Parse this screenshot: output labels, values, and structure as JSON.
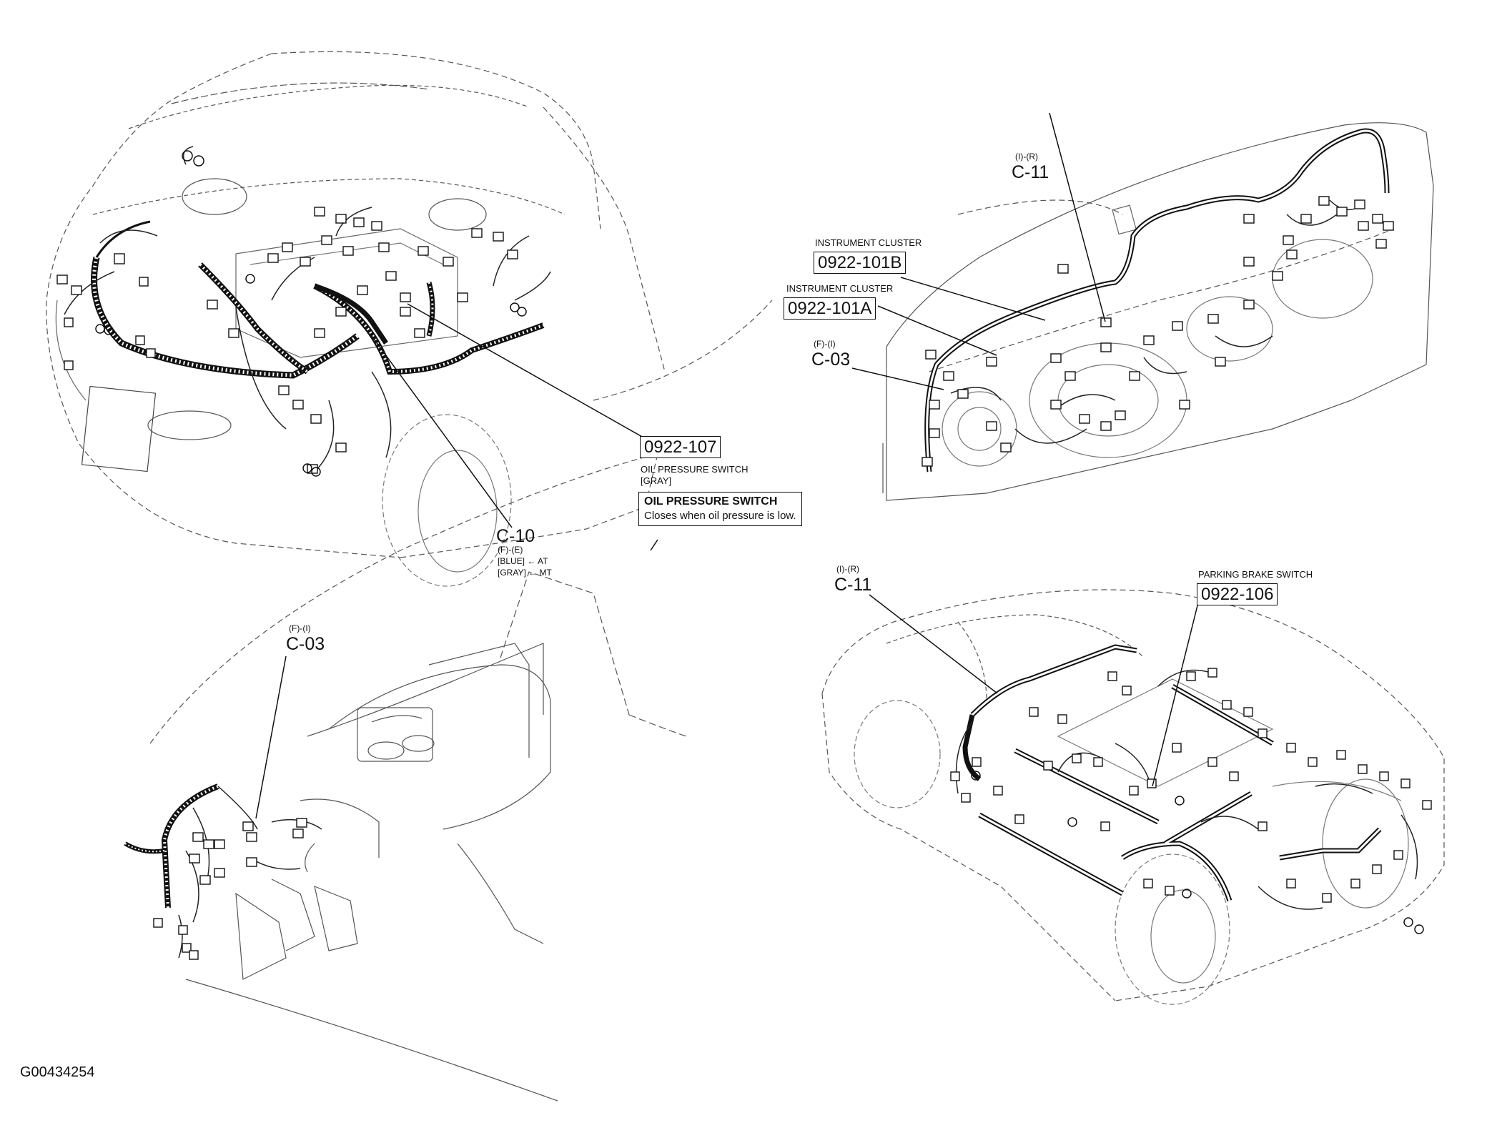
{
  "figure_id": "G00434254",
  "engine_view": {
    "c10": {
      "code": "C-10",
      "pos": "(F)-(E)",
      "line1": "[BLUE] ← AT",
      "line2": "[GRAY] ← MT"
    },
    "oil_switch": {
      "part": "0922-107",
      "caption1": "OIL PRESSURE SWITCH",
      "caption2": "[GRAY]",
      "note_title": "OIL PRESSURE SWITCH",
      "note_text": "Closes when oil pressure is low."
    }
  },
  "dash_view": {
    "c11": {
      "code": "C-11",
      "pos": "(I)-(R)"
    },
    "cluster_b": {
      "caption": "INSTRUMENT CLUSTER",
      "part": "0922-101B"
    },
    "cluster_a": {
      "caption": "INSTRUMENT CLUSTER",
      "part": "0922-101A"
    },
    "c03": {
      "code": "C-03",
      "pos": "(F)-(I)"
    }
  },
  "footwell_view": {
    "c03": {
      "code": "C-03",
      "pos": "(F)-(I)"
    }
  },
  "body_view": {
    "c11": {
      "code": "C-11",
      "pos": "(I)-(R)"
    },
    "parking_brake": {
      "caption": "PARKING BRAKE SWITCH",
      "part": "0922-106"
    }
  }
}
